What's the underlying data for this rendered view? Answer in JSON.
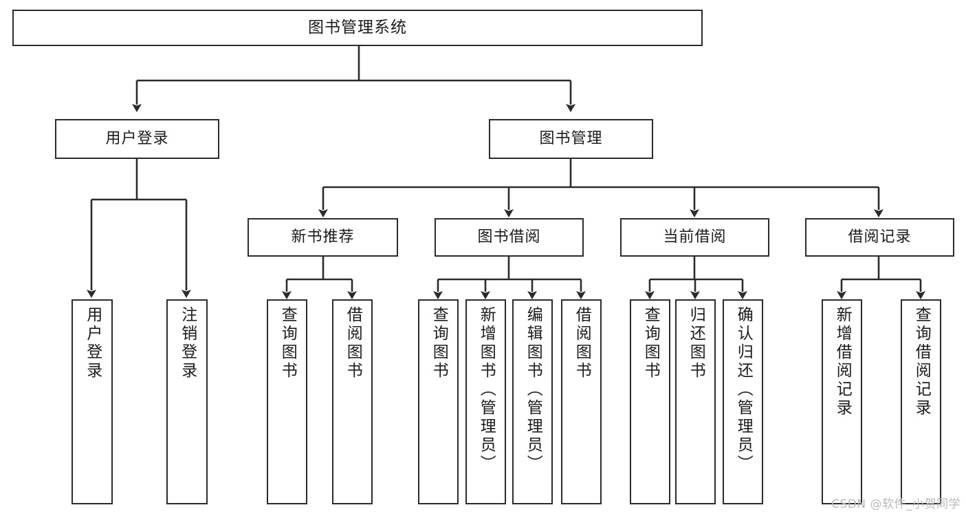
{
  "diagram": {
    "type": "tree",
    "title": "图书管理系统",
    "root": {
      "label": "图书管理系统"
    },
    "level2": [
      {
        "id": "user-login",
        "label": "用户登录"
      },
      {
        "id": "book-manage",
        "label": "图书管理"
      }
    ],
    "level3": [
      {
        "id": "new-book-recommend",
        "label": "新书推荐",
        "parent": "book-manage"
      },
      {
        "id": "book-borrow",
        "label": "图书借阅",
        "parent": "book-manage"
      },
      {
        "id": "current-borrow",
        "label": "当前借阅",
        "parent": "book-manage"
      },
      {
        "id": "borrow-record",
        "label": "借阅记录",
        "parent": "book-manage"
      }
    ],
    "leaves": [
      {
        "id": "leaf-user-login",
        "label": "用户登录",
        "parent": "user-login"
      },
      {
        "id": "leaf-logout",
        "label": "注销登录",
        "parent": "user-login"
      },
      {
        "id": "leaf-query-book-1",
        "label": "查询图书",
        "parent": "new-book-recommend"
      },
      {
        "id": "leaf-borrow-book-1",
        "label": "借阅图书",
        "parent": "new-book-recommend"
      },
      {
        "id": "leaf-query-book-2",
        "label": "查询图书",
        "parent": "book-borrow"
      },
      {
        "id": "leaf-add-book",
        "label": "新增图书（管理员）",
        "parent": "book-borrow"
      },
      {
        "id": "leaf-edit-book",
        "label": "编辑图书（管理员）",
        "parent": "book-borrow"
      },
      {
        "id": "leaf-borrow-book-2",
        "label": "借阅图书",
        "parent": "book-borrow"
      },
      {
        "id": "leaf-query-book-3",
        "label": "查询图书",
        "parent": "current-borrow"
      },
      {
        "id": "leaf-return-book",
        "label": "归还图书",
        "parent": "current-borrow"
      },
      {
        "id": "leaf-confirm-return",
        "label": "确认归还（管理员）",
        "parent": "current-borrow"
      },
      {
        "id": "leaf-add-record",
        "label": "新增借阅记录",
        "parent": "borrow-record"
      },
      {
        "id": "leaf-query-record",
        "label": "查询借阅记录",
        "parent": "borrow-record"
      }
    ],
    "colors": {
      "stroke": "#2b2b2b",
      "fill": "#ffffff",
      "text": "#1b1b1b",
      "watermark": "#b9b9b9"
    }
  },
  "watermark": {
    "text": "CSDN @软件_小贺同学"
  }
}
